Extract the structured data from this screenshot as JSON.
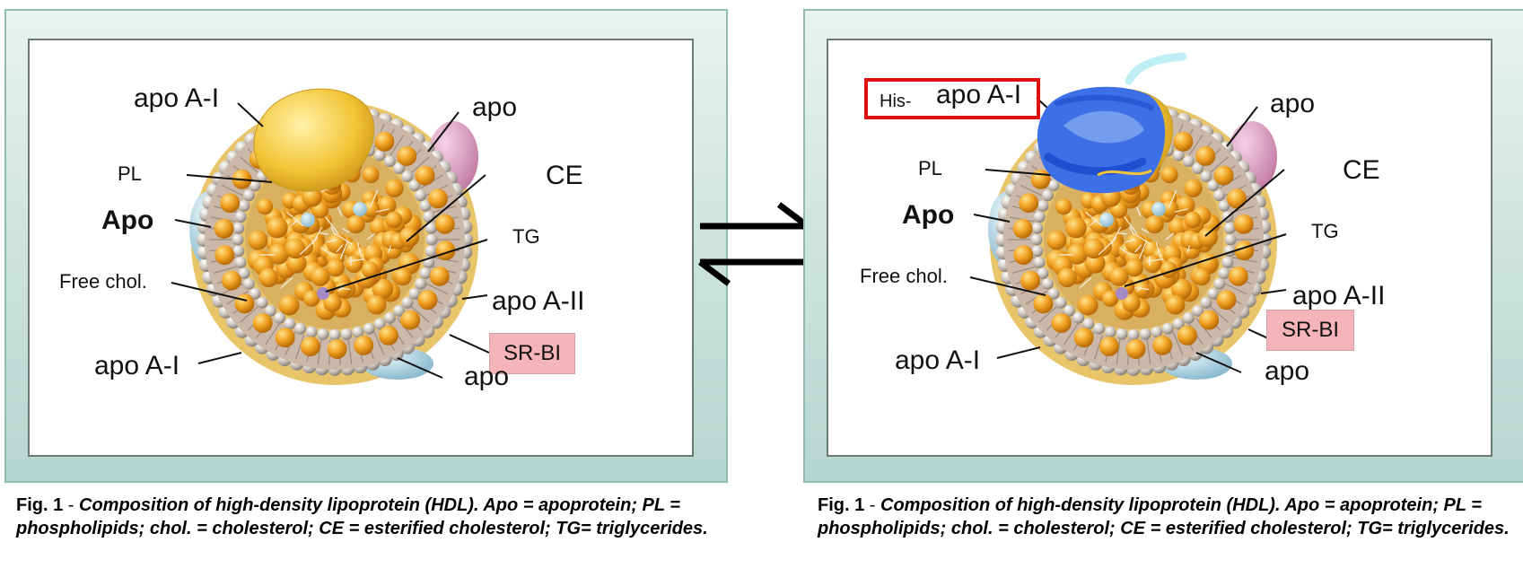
{
  "left_panel": {
    "labels": {
      "apo_a1_top": "apo A-I",
      "apo_top_right": "apo",
      "pl": "PL",
      "ce": "CE",
      "apo_bold": "Apo",
      "tg": "TG",
      "free_chol": "Free chol.",
      "apo_a2": "apo A-II",
      "sr_bi": "SR-BI",
      "apo_a1_bottom": "apo A-I",
      "apo_bottom_right": "apo"
    }
  },
  "right_panel": {
    "his_label": "His-",
    "labels": {
      "apo_a1_top": "apo A-I",
      "apo_top_right": "apo",
      "pl": "PL",
      "ce": "CE",
      "apo_bold": "Apo",
      "tg": "TG",
      "free_chol": "Free chol.",
      "apo_a2": "apo A-II",
      "sr_bi": "SR-BI",
      "apo_a1_bottom": "apo A-I",
      "apo_bottom_right": "apo"
    }
  },
  "caption": {
    "fig_label": "Fig. 1",
    "separator": " - ",
    "text": "Composition of high-density lipoprotein (HDL). Apo = apoprotein; PL = phospholipids; chol. = cholesterol; CE = esterified cholesterol; TG= triglycerides."
  },
  "colors": {
    "panel_border": "#8fbcb2",
    "sr_bi_fill": "#f4b4b8",
    "his_box_border": "#e01010",
    "blue_scribble": "#3d6fe6",
    "lipid_orange": "#f0a020",
    "apo_a1_yellow": "#f3c436"
  },
  "icons": [
    "equilibrium-arrows-icon",
    "hdl-particle-illustration"
  ]
}
